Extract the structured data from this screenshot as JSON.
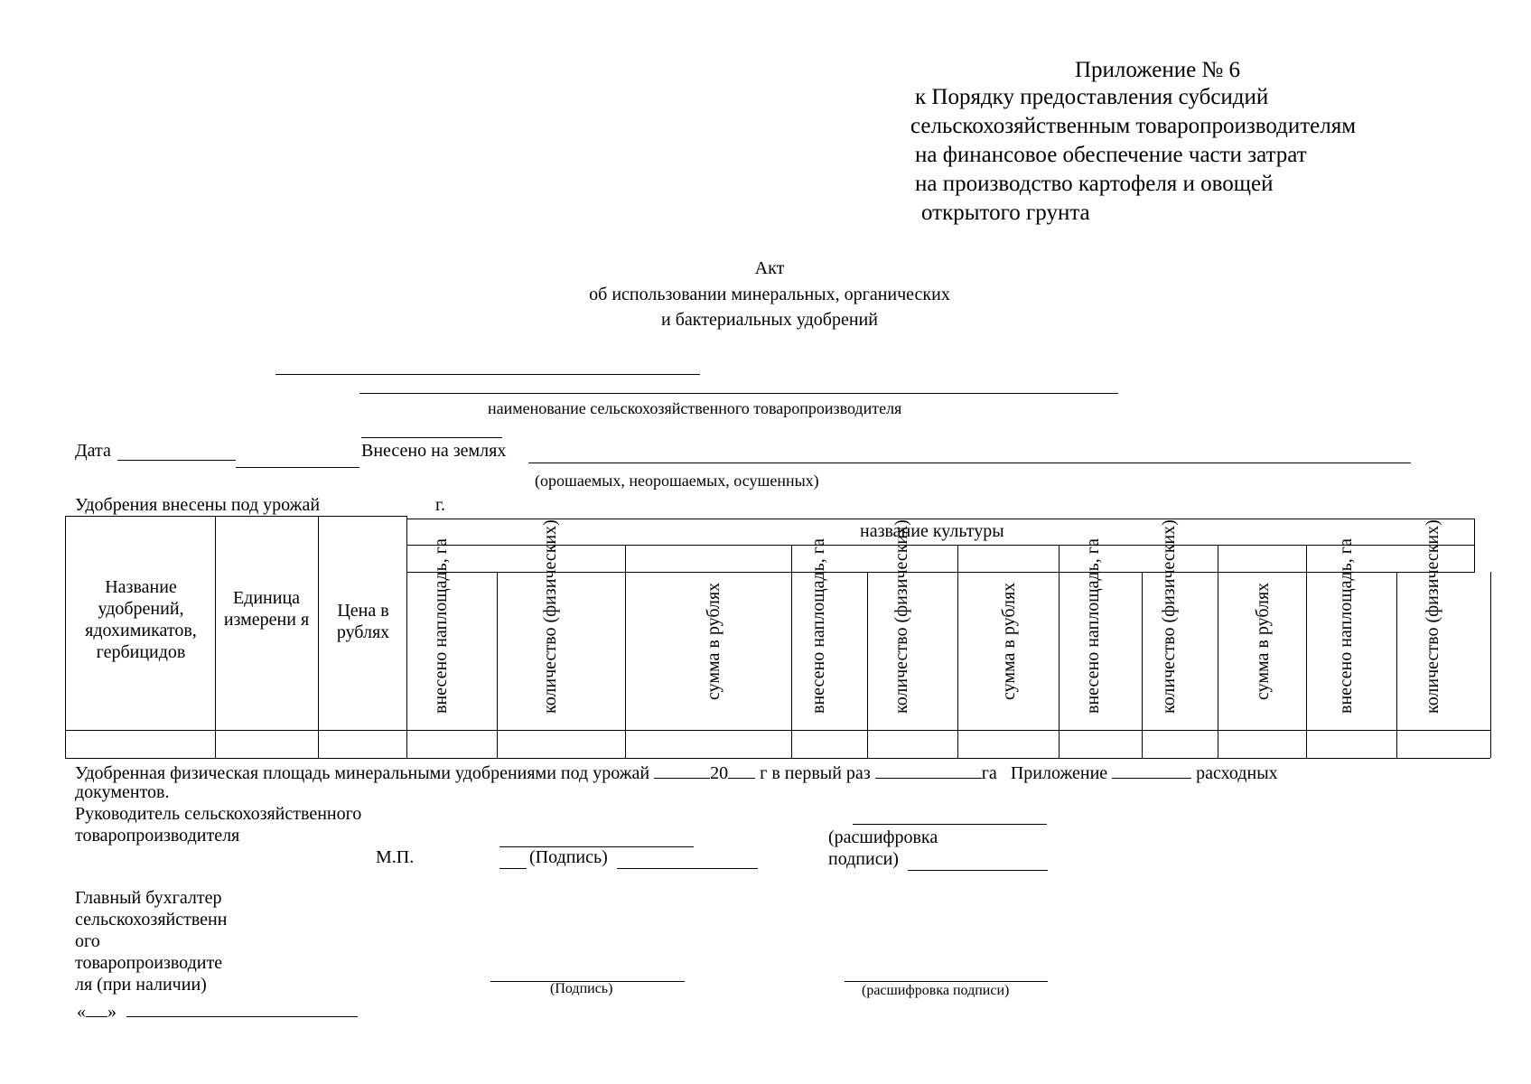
{
  "annex": {
    "title": "Приложение № 6",
    "lines": [
      "к Порядку предоставления субсидий",
      "сельскохозяйственным товаропроизводителям",
      "на финансовое обеспечение части затрат",
      "на производство картофеля и овощей",
      "открытого грунта"
    ]
  },
  "act": {
    "title": "Акт",
    "subtitle_1": "об использовании минеральных, органических",
    "subtitle_2": "и бактериальных удобрений"
  },
  "producer_caption": "наименование сельскохозяйственного товаропроизводителя",
  "date_label": "Дата",
  "land_label": "Внесено на землях",
  "land_caption": "(орошаемых, неорошаемых, осушенных)",
  "harvest_label": "Удобрения внесены под урожай",
  "harvest_year_suffix": "г.",
  "table": {
    "col_name": "Название удобрений, ядохимикатов, гербицидов",
    "col_unit": "Единица измерени я",
    "col_price": "Цена в рублях",
    "culture_header": "название культуры",
    "sub_area": "внесено наплощадь, га",
    "sub_qty": "количество (физических)",
    "sub_sum": "сумма в рублях"
  },
  "footer": {
    "area_text_1": "Удобренная физическая площадь минеральными удобрениями под урожай",
    "area_year_prefix": "20",
    "area_text_2": "г в первый раз",
    "area_unit": "га",
    "area_text_3": "Приложение",
    "area_text_4": "расходных",
    "area_text_5": "документов.",
    "head_1": "Руководитель сельскохозяйственного",
    "head_2": "товаропроизводителя",
    "seal": "М.П.",
    "signature": "(Подпись)",
    "decode_1": "(расшифровка",
    "decode_2": "подписи)",
    "acc_1": "Главный бухгалтер",
    "acc_2": "сельскохозяйственн",
    "acc_3": "ого",
    "acc_4": "товаропроизводите",
    "acc_5": "ля (при наличии)",
    "acc_signature": "(Подпись)",
    "acc_decode": "(расшифровка подписи)",
    "date_open": "«",
    "date_close": "»"
  }
}
